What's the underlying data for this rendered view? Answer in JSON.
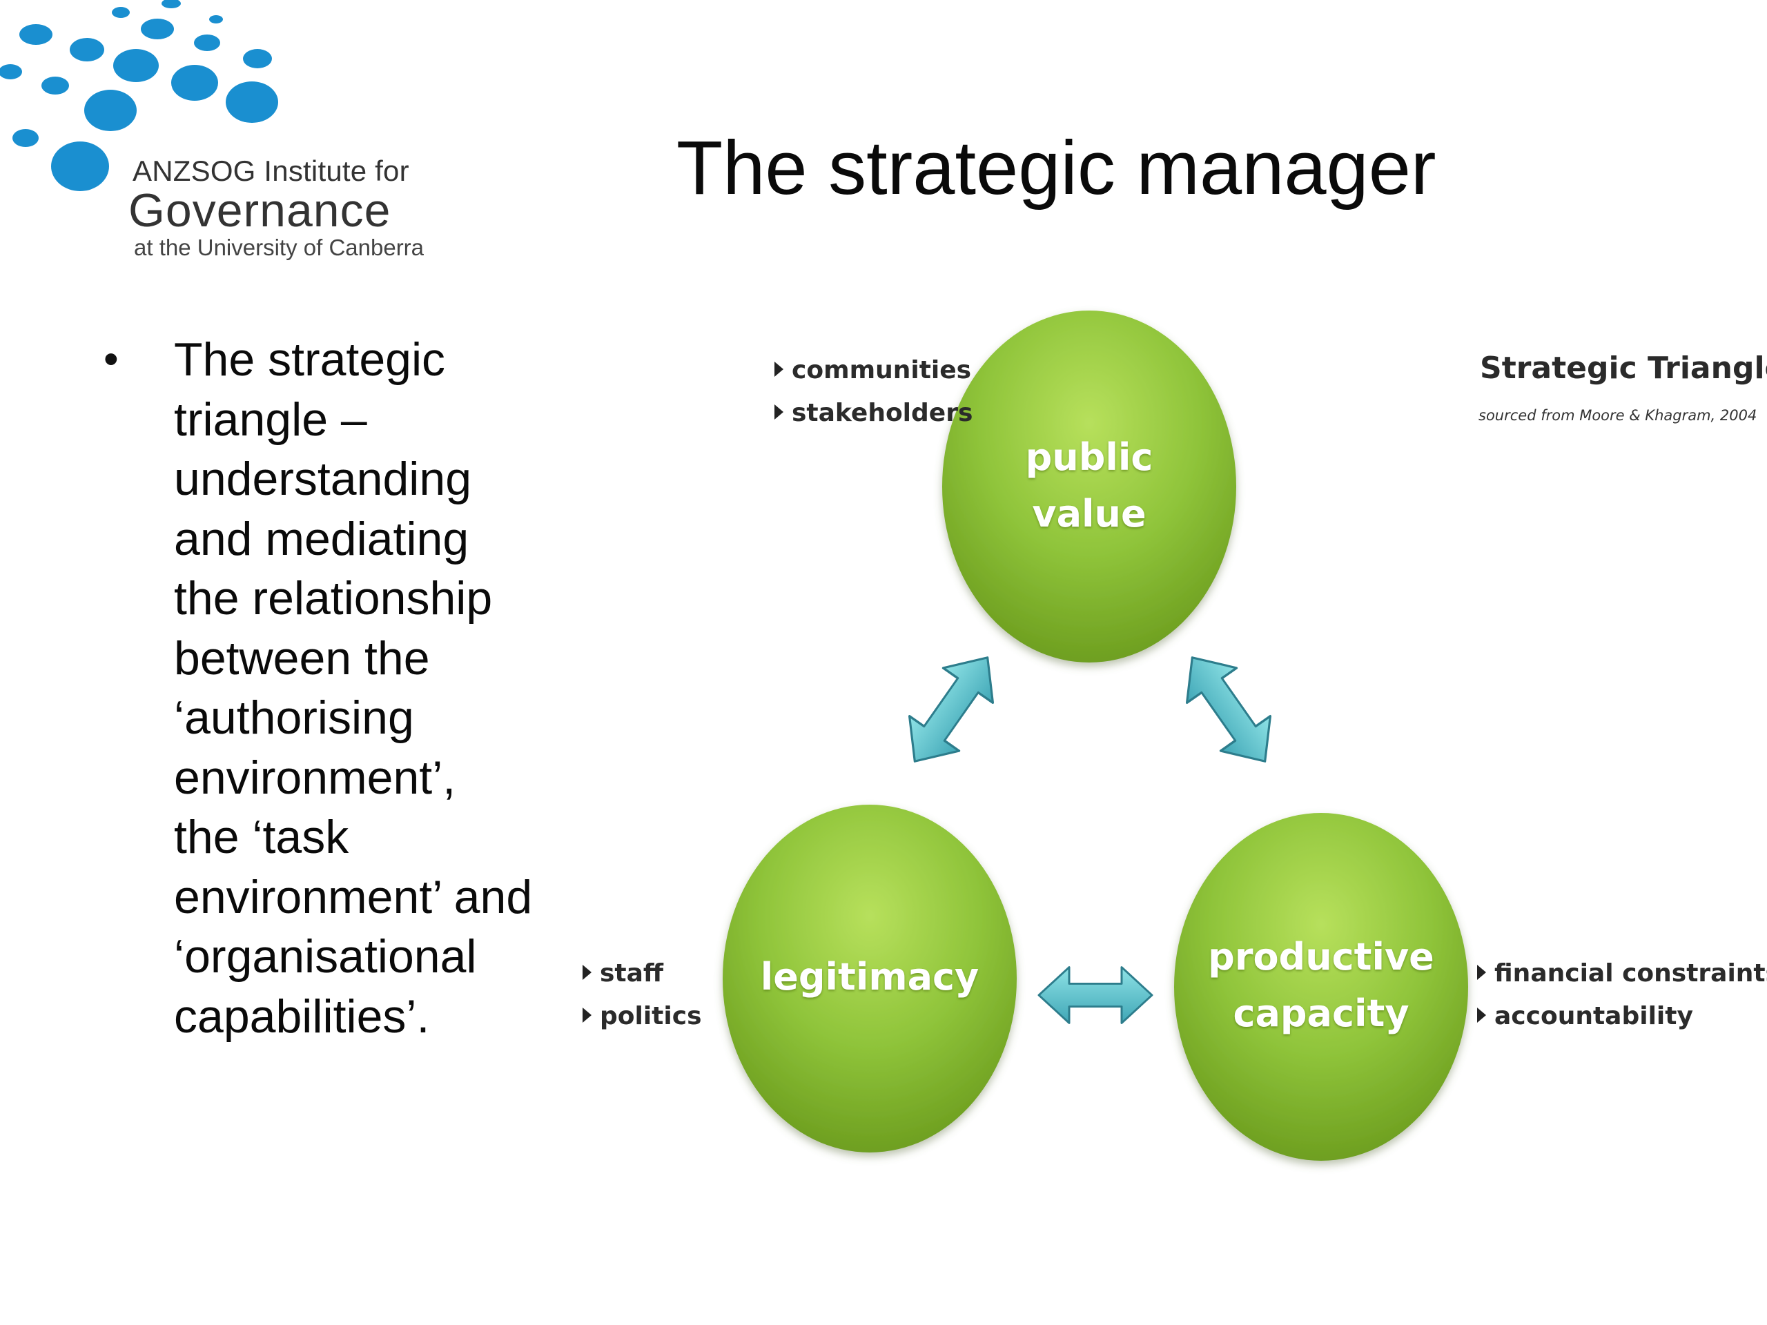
{
  "logo": {
    "line1": "ANZSOG Institute for",
    "line2": "Governance",
    "line3": "at the University of Canberra",
    "dot_color": "#1a8fd0"
  },
  "title": "The strategic manager",
  "bullet": {
    "symbol": "•",
    "text": "The strategic triangle – understanding and mediating the relationship between the ‘authorising environment’, the ‘task environment’ and ‘organisational capabilities’."
  },
  "diagram": {
    "title": "Strategic Triangle",
    "source": "sourced from Moore & Khagram, 2004",
    "node_color": "#8dc63f",
    "arrow_color": "#5bbfc4",
    "nodes": {
      "public_value": {
        "line1": "public",
        "line2": "value"
      },
      "legitimacy": {
        "line1": "legitimacy"
      },
      "productive_capacity": {
        "line1": "productive",
        "line2": "capacity"
      }
    },
    "lists": {
      "public_value": [
        "communities",
        "stakeholders"
      ],
      "legitimacy": [
        "staff",
        "politics"
      ],
      "productive_capacity": [
        "financial constraints",
        "accountability"
      ]
    }
  }
}
